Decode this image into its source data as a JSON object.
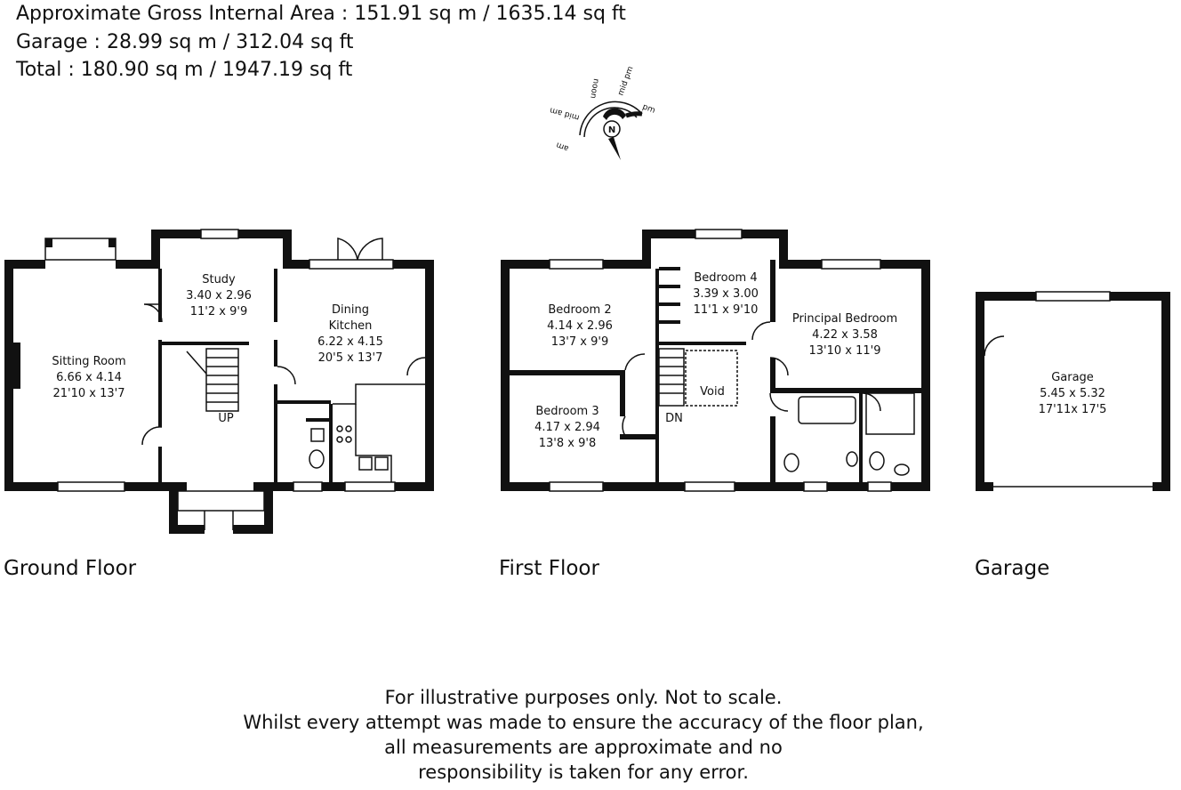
{
  "header": {
    "line1": "Approximate Gross Internal Area : 151.91 sq m / 1635.14 sq ft",
    "line2": "Garage : 28.99 sq m / 312.04 sq ft",
    "line3": "Total : 180.90 sq m / 1947.19 sq ft"
  },
  "compass": {
    "north": "N",
    "am": "am",
    "mid_am": "mid am",
    "noon": "noon",
    "mid_pm": "mid pm",
    "pm": "pm"
  },
  "ground_floor": {
    "label": "Ground Floor",
    "sitting_room": {
      "name": "Sitting Room",
      "metric": "6.66 x 4.14",
      "imperial": "21'10 x 13'7"
    },
    "study": {
      "name": "Study",
      "metric": "3.40 x 2.96",
      "imperial": "11'2 x 9'9"
    },
    "dining_kitchen": {
      "name1": "Dining",
      "name2": "Kitchen",
      "metric": "6.22 x 4.15",
      "imperial": "20'5 x 13'7"
    },
    "stairs": "UP"
  },
  "first_floor": {
    "label": "First Floor",
    "bedroom2": {
      "name": "Bedroom 2",
      "metric": "4.14 x 2.96",
      "imperial": "13'7 x 9'9"
    },
    "bedroom3": {
      "name": "Bedroom 3",
      "metric": "4.17 x 2.94",
      "imperial": "13'8 x 9'8"
    },
    "bedroom4": {
      "name": "Bedroom 4",
      "metric": "3.39 x 3.00",
      "imperial": "11'1 x 9'10"
    },
    "principal": {
      "name": "Principal Bedroom",
      "metric": "4.22 x 3.58",
      "imperial": "13'10 x 11'9"
    },
    "void": "Void",
    "stairs": "DN"
  },
  "garage": {
    "label": "Garage",
    "room": {
      "name": "Garage",
      "metric": "5.45 x 5.32",
      "imperial": "17'11x 17'5"
    }
  },
  "disclaimer": {
    "line1": "For illustrative purposes only. Not to scale.",
    "line2": "Whilst every attempt was made to ensure the accuracy of the floor plan,",
    "line3": "all measurements are approximate and no",
    "line4": "responsibility is taken for any error."
  }
}
